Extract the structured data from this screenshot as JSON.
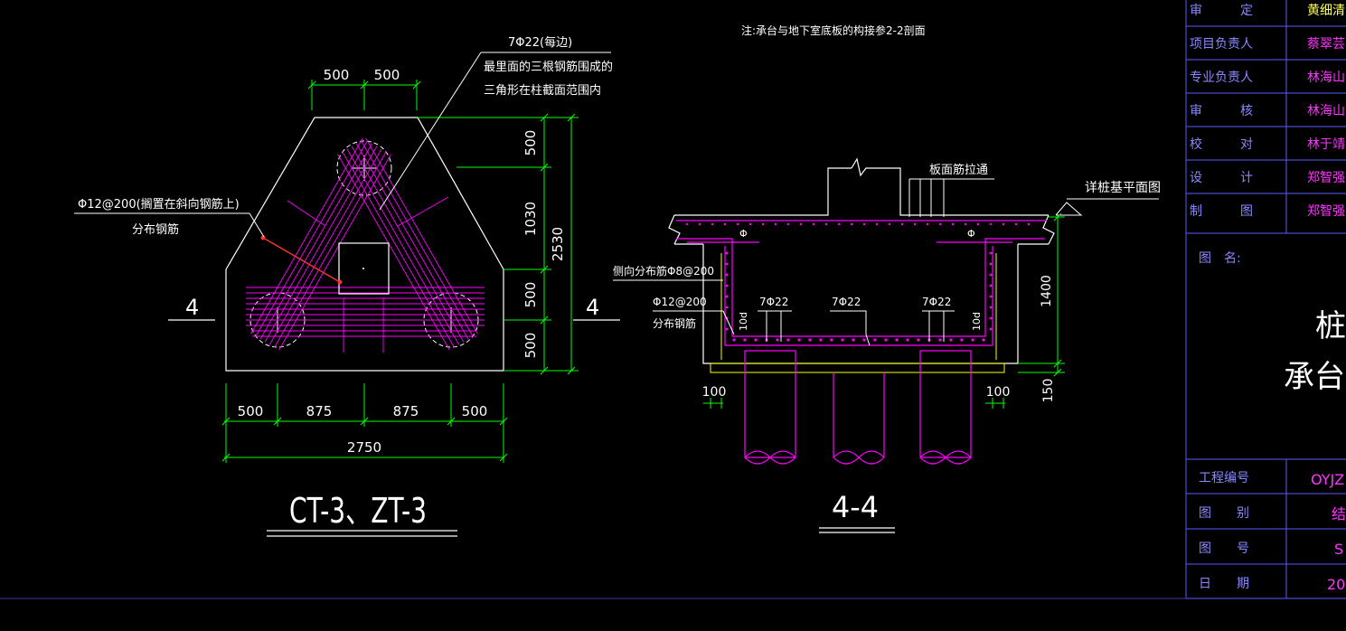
{
  "note": "注:承台与地下室底板的构接参2-2剖面",
  "colors": {
    "background": "#000000",
    "outline": "#ffffff",
    "rebar": "#ff00ff",
    "dimension": "#00ff00",
    "yellow": "#ffff00",
    "red": "#ff3030",
    "frame": "#5a5aff",
    "sig_magenta": "#ff33ff",
    "sig_yellow": "#ffff66"
  },
  "plan": {
    "title": "CT-3、ZT-3",
    "top_dims": [
      "500",
      "500"
    ],
    "right_dims": [
      "500",
      "1030",
      "500",
      "500"
    ],
    "right_total": "2530",
    "bottom_dims": [
      "500",
      "875",
      "875",
      "500"
    ],
    "bottom_total": "2750",
    "cut_left": "4",
    "cut_right": "4",
    "rebar_main": "7Φ22(每边)",
    "rebar_main_note_1": "最里面的三根钢筋围成的",
    "rebar_main_note_2": "三角形在柱截面范围内",
    "rebar_dist": "Φ12@200(搁置在斜向钢筋上)",
    "rebar_dist_2": "分布钢筋"
  },
  "section": {
    "title": "4-4",
    "label_top": "板面筋拉通",
    "label_ref": "详桩基平面图",
    "label_side": "侧向分布筋Φ8@200",
    "label_dist": "Φ12@200",
    "label_dist_2": "分布钢筋",
    "bar_left": "7Φ22",
    "bar_mid": "7Φ22",
    "bar_right": "7Φ22",
    "anchor_left": "10d",
    "anchor_right": "10d",
    "phi_left": "Φ",
    "phi_right": "Φ",
    "dim_depth": "1400",
    "dim_cushion": "150",
    "dim_left": "100",
    "dim_right": "100"
  },
  "titleblock": {
    "rows": [
      {
        "label": "审　　　定",
        "name": "黄细清"
      },
      {
        "label": "项目负责人",
        "name": "蔡翠芸"
      },
      {
        "label": "专业负责人",
        "name": "林海山"
      },
      {
        "label": "审　　　核",
        "name": "林海山"
      },
      {
        "label": "校　　　对",
        "name": "林于靖"
      },
      {
        "label": "设　　　计",
        "name": "郑智强"
      },
      {
        "label": "制　　　图",
        "name": "郑智强"
      }
    ],
    "drawing_name_label": "图　名:",
    "drawing_name_1": "桩扌",
    "drawing_name_2": "承台配",
    "project_no_label": "工程编号",
    "project_no": "OYJZ",
    "category_label": "图　　别",
    "category": "结",
    "sheet_label": "图　　号",
    "sheet": "S",
    "date_label": "日　　期",
    "date": "20"
  }
}
